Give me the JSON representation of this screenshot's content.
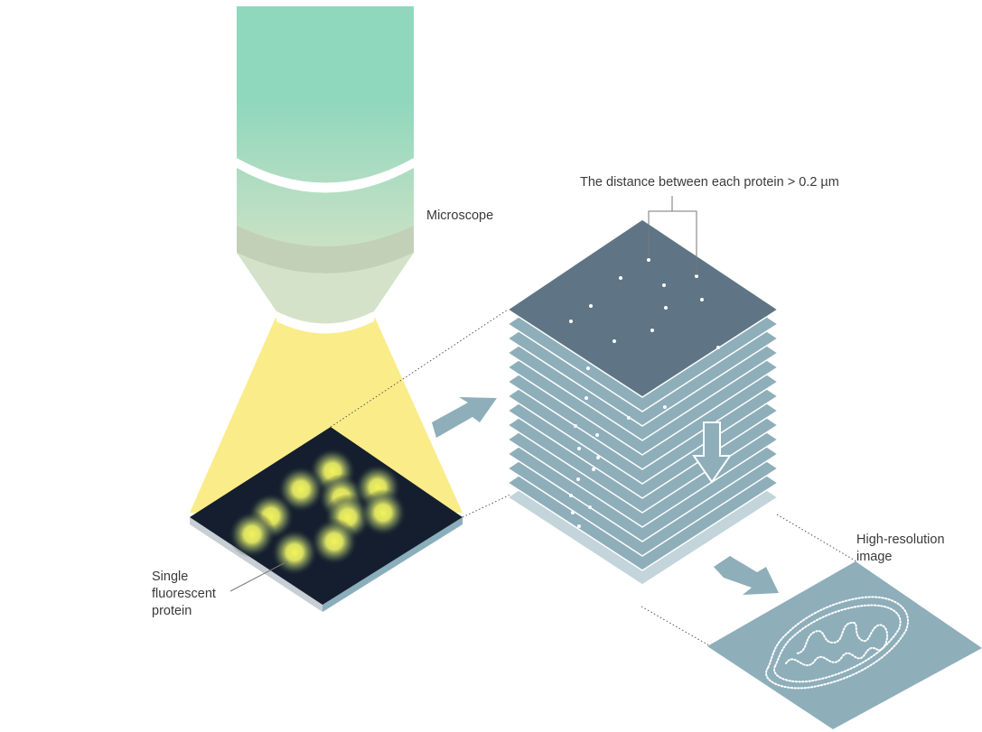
{
  "labels": {
    "microscope": "Microscope",
    "distance": "The distance between each protein > 0.2 µm",
    "single_protein": [
      "Single",
      "fluorescent",
      "protein"
    ],
    "high_res": [
      "High-resolution",
      "image"
    ]
  },
  "colors": {
    "microscope_top": "#8fd7bd",
    "microscope_bottom": "#d3e3c6",
    "light_beam": "#fbec8a",
    "sample_dark": "#141e2e",
    "glow": "#eef06a",
    "layer": "#8eaeba",
    "layer_top": "#5f7585",
    "arrow": "#8eaeba",
    "dots": "#ffffff"
  },
  "layer_count": 14
}
